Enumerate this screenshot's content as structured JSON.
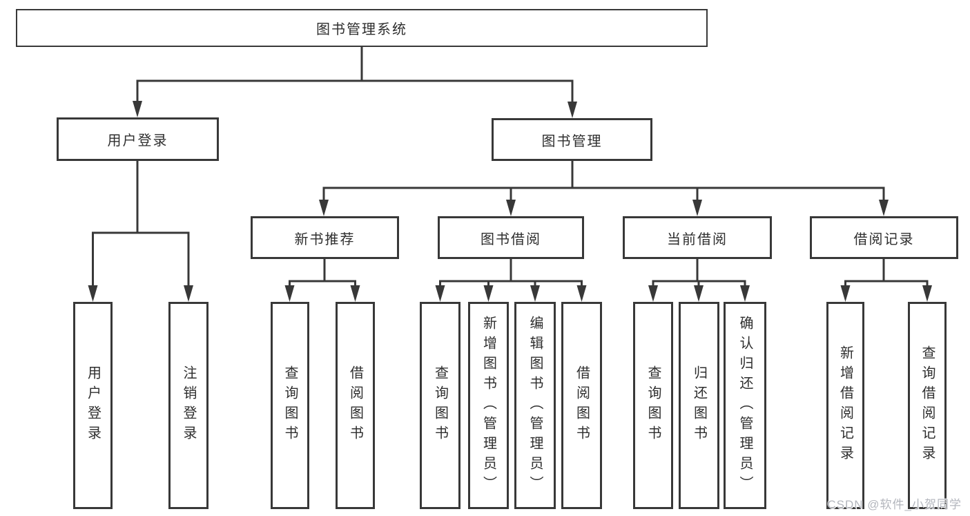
{
  "watermark": "CSDN @软件_小贺同学",
  "colors": {
    "line": "#383838",
    "box_border": "#383838",
    "box_fill": "#ffffff",
    "text": "#2e2e2e",
    "watermark": "#b3b6bd"
  },
  "tree": {
    "label": "图书管理系统",
    "children": [
      {
        "label": "用户登录",
        "children": [
          {
            "label": "用户登录"
          },
          {
            "label": "注销登录"
          }
        ]
      },
      {
        "label": "图书管理",
        "children": [
          {
            "label": "新书推荐",
            "children": [
              {
                "label": "查询图书"
              },
              {
                "label": "借阅图书"
              }
            ]
          },
          {
            "label": "图书借阅",
            "children": [
              {
                "label": "查询图书"
              },
              {
                "label": "新增图书（管理员）"
              },
              {
                "label": "编辑图书（管理员）"
              },
              {
                "label": "借阅图书"
              }
            ]
          },
          {
            "label": "当前借阅",
            "children": [
              {
                "label": "查询图书"
              },
              {
                "label": "归还图书"
              },
              {
                "label": "确认归还（管理员）"
              }
            ]
          },
          {
            "label": "借阅记录",
            "children": [
              {
                "label": "新增借阅记录"
              },
              {
                "label": "查询借阅记录"
              }
            ]
          }
        ]
      }
    ]
  }
}
